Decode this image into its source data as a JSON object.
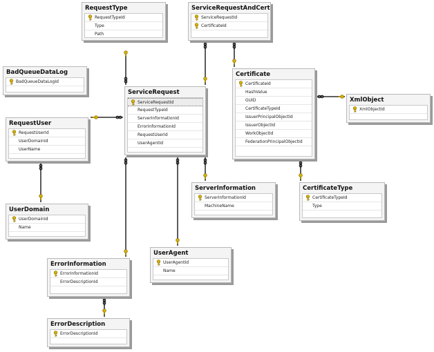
{
  "tables": [
    {
      "id": "RequestType",
      "title": "RequestType",
      "columns": [
        {
          "name": "RequestTypeId",
          "pk": true
        },
        {
          "name": "Type",
          "pk": false
        },
        {
          "name": "Path",
          "pk": false
        }
      ]
    },
    {
      "id": "ServiceRequestAndCerti",
      "title": "ServiceRequestAndCerti",
      "columns": [
        {
          "name": "ServiceRequestId",
          "pk": true
        },
        {
          "name": "CertificateId",
          "pk": true
        }
      ]
    },
    {
      "id": "BadQueueDataLog",
      "title": "BadQueueDataLog",
      "columns": [
        {
          "name": "BadQueueDataLogId",
          "pk": true
        }
      ]
    },
    {
      "id": "ServiceRequest",
      "title": "ServiceRequest",
      "columns": [
        {
          "name": "ServiceRequestId",
          "pk": true
        },
        {
          "name": "RequestTypeId",
          "pk": false
        },
        {
          "name": "ServerInformationId",
          "pk": false
        },
        {
          "name": "ErrorInformationId",
          "pk": false
        },
        {
          "name": "RequestUserId",
          "pk": false
        },
        {
          "name": "UserAgentId",
          "pk": false
        }
      ]
    },
    {
      "id": "Certificate",
      "title": "Certificate",
      "columns": [
        {
          "name": "CertificateId",
          "pk": true
        },
        {
          "name": "HashValue",
          "pk": false
        },
        {
          "name": "GUID",
          "pk": false
        },
        {
          "name": "CertificateTypeId",
          "pk": false
        },
        {
          "name": "IssuerPrincipalObjectId",
          "pk": false
        },
        {
          "name": "IssuerObjectId",
          "pk": false
        },
        {
          "name": "WorkObjectId",
          "pk": false
        },
        {
          "name": "FederationPrincipalObjectId",
          "pk": false
        }
      ]
    },
    {
      "id": "XmlObject",
      "title": "XmlObject",
      "columns": [
        {
          "name": "XmlObjectId",
          "pk": true
        }
      ]
    },
    {
      "id": "RequestUser",
      "title": "RequestUser",
      "columns": [
        {
          "name": "RequestUserId",
          "pk": true
        },
        {
          "name": "UserDomainId",
          "pk": false
        },
        {
          "name": "UserName",
          "pk": false
        }
      ]
    },
    {
      "id": "ServerInformation",
      "title": "ServerInformation",
      "columns": [
        {
          "name": "ServerInformationId",
          "pk": true
        },
        {
          "name": "MachineName",
          "pk": false
        }
      ]
    },
    {
      "id": "CertificateType",
      "title": "CertificateType",
      "columns": [
        {
          "name": "CertificateTypeId",
          "pk": true
        },
        {
          "name": "Type",
          "pk": false
        }
      ]
    },
    {
      "id": "UserDomain",
      "title": "UserDomain",
      "columns": [
        {
          "name": "UserDomainId",
          "pk": true
        },
        {
          "name": "Name",
          "pk": false
        }
      ]
    },
    {
      "id": "UserAgent",
      "title": "UserAgent",
      "columns": [
        {
          "name": "UserAgentId",
          "pk": true
        },
        {
          "name": "Name",
          "pk": false
        }
      ]
    },
    {
      "id": "ErrorInformation",
      "title": "ErrorInformation",
      "columns": [
        {
          "name": "ErrorInformationId",
          "pk": true
        },
        {
          "name": "ErrorDescriptionId",
          "pk": false
        }
      ]
    },
    {
      "id": "ErrorDescription",
      "title": "ErrorDescription",
      "columns": [
        {
          "name": "ErrorDescriptionId",
          "pk": true
        }
      ]
    }
  ],
  "relationships": [
    {
      "from": "ServiceRequest",
      "to": "RequestType"
    },
    {
      "from": "ServiceRequestAndCerti",
      "to": "ServiceRequest"
    },
    {
      "from": "ServiceRequestAndCerti",
      "to": "Certificate"
    },
    {
      "from": "Certificate",
      "to": "XmlObject"
    },
    {
      "from": "ServiceRequest",
      "to": "RequestUser"
    },
    {
      "from": "ServiceRequest",
      "to": "ServerInformation"
    },
    {
      "from": "ServiceRequest",
      "to": "UserAgent"
    },
    {
      "from": "ServiceRequest",
      "to": "ErrorInformation"
    },
    {
      "from": "Certificate",
      "to": "CertificateType"
    },
    {
      "from": "RequestUser",
      "to": "UserDomain"
    },
    {
      "from": "ErrorInformation",
      "to": "ErrorDescription"
    }
  ],
  "icons": {
    "primary_key": "key-icon",
    "many_end": "infinity-icon",
    "one_end": "key-icon"
  },
  "colors": {
    "key": "#d8b400",
    "line": "#000000",
    "shadow": "#9a9a9a"
  }
}
